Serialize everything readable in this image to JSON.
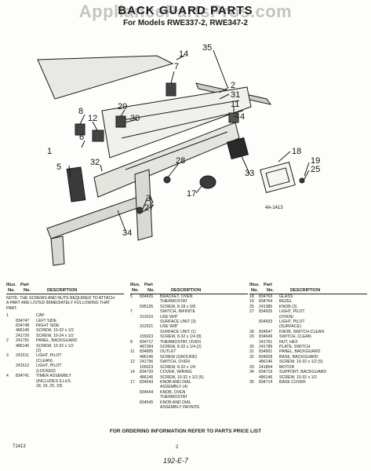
{
  "watermark": "AppliancePartsPros.com",
  "title": "BACK GUARD PARTS",
  "subtitle": "For Models RWE337-2, RWE347-2",
  "diagram": {
    "callouts": [
      "35",
      "14",
      "7",
      "2",
      "31",
      "11",
      "4",
      "29",
      "8",
      "12",
      "30",
      "6",
      "5",
      "32",
      "28",
      "18",
      "33",
      "19",
      "25",
      "17",
      "3",
      "27",
      "34",
      "1"
    ],
    "code": "4A-1413"
  },
  "table": {
    "headers": {
      "illus": "Illus.",
      "part": "Part",
      "no": "No.",
      "description": "DESCRIPTION"
    },
    "note": "NOTE: THE SCREWS AND NUTS REQUIRED TO ATTACH A PART ARE LISTED IMMEDIATELY FOLLOWING THAT PART.",
    "col1": [
      {
        "illus": "1",
        "part": "",
        "desc": "CAP"
      },
      {
        "illus": "",
        "part": "834747",
        "desc": "LEFT SIDE"
      },
      {
        "illus": "",
        "part": "834748",
        "desc": "RIGHT SIDE"
      },
      {
        "illus": "",
        "part": "486146",
        "desc": "SCREW, 10-32 x 1/2"
      },
      {
        "illus": "",
        "part": "241726",
        "desc": "SCREW, 10-24 x 1/2"
      },
      {
        "illus": "2",
        "part": "241791",
        "desc": "PANEL, BACKGUARD"
      },
      {
        "illus": "",
        "part": "486146",
        "desc": "SCREW, 10-32 x 1/2"
      },
      {
        "illus": "",
        "part": "",
        "desc": "(2)"
      },
      {
        "illus": "3",
        "part": "241511",
        "desc": "LIGHT, PILOT"
      },
      {
        "illus": "",
        "part": "",
        "desc": "(CLEAN)"
      },
      {
        "illus": "",
        "part": "241512",
        "desc": "LIGHT, PILOT"
      },
      {
        "illus": "",
        "part": "",
        "desc": "(LOCKED)"
      },
      {
        "illus": "4",
        "part": "834741",
        "desc": "TIMER ASSEMBLY"
      },
      {
        "illus": "",
        "part": "",
        "desc": "(INCLUDES ILLUS."
      },
      {
        "illus": "",
        "part": "",
        "desc": "18, 19, 25, 33)"
      }
    ],
    "col2": [
      {
        "illus": "5",
        "part": "834926",
        "desc": "BRACKET, OVEN"
      },
      {
        "illus": "",
        "part": "",
        "desc": "THERMOSTAT"
      },
      {
        "illus": "",
        "part": "595135",
        "desc": "SCREW, 8-18 x 3/8"
      },
      {
        "illus": "7",
        "part": "",
        "desc": "SWITCH, INFINITE"
      },
      {
        "illus": "",
        "part": "312010",
        "desc": "USE W/6\""
      },
      {
        "illus": "",
        "part": "",
        "desc": "SURFACE UNIT (3)"
      },
      {
        "illus": "",
        "part": "312021",
        "desc": "USE W/8\""
      },
      {
        "illus": "",
        "part": "",
        "desc": "SURFACE UNIT (1)"
      },
      {
        "illus": "",
        "part": "155023",
        "desc": "SCREW, 8-32 x 1/4 (8)"
      },
      {
        "illus": "8",
        "part": "834717",
        "desc": "THERMOSTAT, OVEN"
      },
      {
        "illus": "",
        "part": "487284",
        "desc": "SCREW, 8-32 x 1/4 (2)"
      },
      {
        "illus": "11",
        "part": "834895",
        "desc": "OUTLET"
      },
      {
        "illus": "",
        "part": "486146",
        "desc": "SCREW (GROUND)"
      },
      {
        "illus": "12",
        "part": "241796",
        "desc": "SWITCH, OVEN"
      },
      {
        "illus": "",
        "part": "155023",
        "desc": "SCREW, 8-32 x 1/4"
      },
      {
        "illus": "14",
        "part": "834720",
        "desc": "COVER, WIRING"
      },
      {
        "illus": "",
        "part": "486146",
        "desc": "SCREW, 10-32 x 1/2 (6)"
      },
      {
        "illus": "17",
        "part": "834543",
        "desc": "KNOB AND DIAL"
      },
      {
        "illus": "",
        "part": "",
        "desc": "ASSEMBLY (4)"
      },
      {
        "illus": "",
        "part": "834544",
        "desc": "KNOB, OVEN"
      },
      {
        "illus": "",
        "part": "",
        "desc": "THERMOSTAT"
      },
      {
        "illus": "",
        "part": "834545",
        "desc": "KNOB AND DIAL"
      },
      {
        "illus": "",
        "part": "",
        "desc": "ASSEMBLY INFINITE"
      }
    ],
    "col3": [
      {
        "illus": "18",
        "part": "834763",
        "desc": "GLASS"
      },
      {
        "illus": "19",
        "part": "834764",
        "desc": "BEZEL"
      },
      {
        "illus": "25",
        "part": "241385",
        "desc": "KNOB (3)"
      },
      {
        "illus": "27",
        "part": "834925",
        "desc": "LIGHT, PILOT"
      },
      {
        "illus": "",
        "part": "",
        "desc": "(OVEN)"
      },
      {
        "illus": "",
        "part": "834933",
        "desc": "LIGHT, PILOT"
      },
      {
        "illus": "",
        "part": "",
        "desc": "(SURFACE)"
      },
      {
        "illus": "28",
        "part": "834547",
        "desc": "KNOB, SWITCH-CLEAN"
      },
      {
        "illus": "29",
        "part": "834649",
        "desc": "SWITCH, CLEAN"
      },
      {
        "illus": "",
        "part": "241761",
        "desc": "NUT, HEX"
      },
      {
        "illus": "30",
        "part": "241789",
        "desc": "PLATE, SWITCH"
      },
      {
        "illus": "31",
        "part": "834901",
        "desc": "PANEL, BACKGUARD"
      },
      {
        "illus": "32",
        "part": "834928",
        "desc": "BASE, BACKGUARD"
      },
      {
        "illus": "",
        "part": "486146",
        "desc": "SCREW, 10-32 x 1/2 (5)"
      },
      {
        "illus": "33",
        "part": "241854",
        "desc": "MOTOR"
      },
      {
        "illus": "34",
        "part": "834719",
        "desc": "SUPPORT, BACKGUARD"
      },
      {
        "illus": "",
        "part": "486146",
        "desc": "SCREW, 10-32 x 1/2"
      },
      {
        "illus": "35",
        "part": "834714",
        "desc": "BASE COVER"
      }
    ]
  },
  "footer": "FOR ORDERING INFORMATION REFER TO PARTS PRICE LIST",
  "doc_code": "71413",
  "page_number": "2",
  "handwritten": "192-E-7"
}
